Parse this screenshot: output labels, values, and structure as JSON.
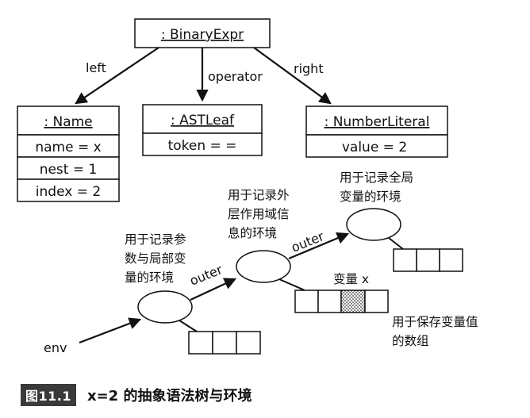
{
  "ast": {
    "root": {
      "title": ": BinaryExpr"
    },
    "edges": {
      "left": "left",
      "operator": "operator",
      "right": "right"
    },
    "name_node": {
      "title": ": Name",
      "fields": [
        "name = x",
        "nest = 1",
        "index = 2"
      ]
    },
    "leaf_node": {
      "title": ": ASTLeaf",
      "fields": [
        "token = ="
      ]
    },
    "number_node": {
      "title": ": NumberLiteral",
      "fields": [
        "value = 2"
      ]
    }
  },
  "env": {
    "env_label": "env",
    "outer_label_1": "outer",
    "outer_label_2": "outer",
    "note_local": [
      "用于记录参",
      "数与局部变",
      "量的环境"
    ],
    "note_outer": [
      "用于记录外",
      "层作用域信",
      "息的环境"
    ],
    "note_global": [
      "用于记录全局",
      "变量的环境"
    ],
    "var_label": "变量 x",
    "note_array": [
      "用于保存变量值",
      "的数组"
    ]
  },
  "caption": {
    "badge": "图11.1",
    "text": "x=2 的抽象语法树与环境"
  }
}
